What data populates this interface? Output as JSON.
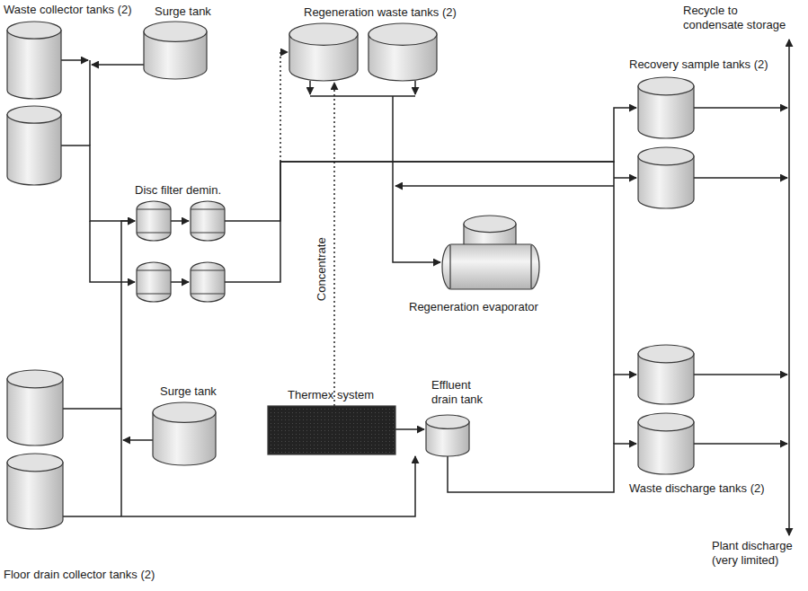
{
  "diagram": {
    "nodes": [
      {
        "text": [
          "Waste collector tanks (2)"
        ]
      },
      {
        "text": [
          "Surge tank"
        ]
      },
      {
        "text": [
          "Disc filter demin."
        ]
      },
      {
        "text": [
          "Floor drain collector tanks (2)"
        ]
      },
      {
        "text": [
          "Surge tank"
        ]
      },
      {
        "text": [
          "Regeneration waste tanks (2)"
        ]
      },
      {
        "text": [
          "Regeneration evaporator"
        ]
      },
      {
        "text": [
          "Thermex system"
        ]
      },
      {
        "text": [
          "Effluent drain tank"
        ]
      },
      {
        "text": [
          "Recovery sample tanks (2)"
        ]
      },
      {
        "text": [
          "Waste discharge tanks (2)"
        ]
      }
    ],
    "edges": [
      {
        "from": 1,
        "to": 0,
        "arrow": "to"
      },
      {
        "from": 0,
        "to": 2,
        "arrow": "to"
      },
      {
        "from": 4,
        "to": 3,
        "arrow": "to"
      },
      {
        "from": 3,
        "to": 2,
        "arrow": "to"
      },
      {
        "from": 3,
        "to": 7,
        "arrow": "to"
      },
      {
        "from": 2,
        "to": 9,
        "arrow": "to"
      },
      {
        "from": 2,
        "to": 10,
        "arrow": "to"
      },
      {
        "from": 2,
        "to": 5,
        "arrow": "to"
      },
      {
        "from": 5,
        "to": 6,
        "arrow": "to"
      },
      {
        "from": 9,
        "to": 6,
        "arrow": "to"
      },
      {
        "from": 7,
        "to": 5,
        "label": "Concentrate",
        "arrow": "to"
      },
      {
        "from": 7,
        "to": 8,
        "arrow": "to"
      },
      {
        "from": 8,
        "to": 10,
        "arrow": "to"
      }
    ],
    "labels": [
      "Recycle to condensate storage",
      "Plant discharge (very limited)"
    ]
  }
}
